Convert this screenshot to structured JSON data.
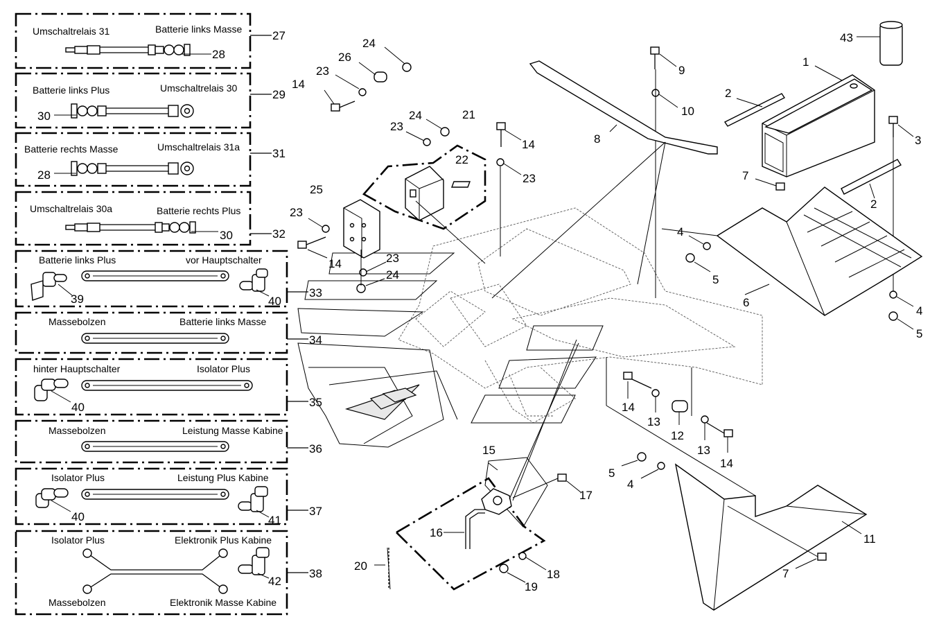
{
  "boxes": [
    {
      "number": "27",
      "left_label": "Umschaltrelais 31",
      "right_label": "Batterie links Masse",
      "callout": "28"
    },
    {
      "number": "29",
      "left_label": "Batterie links Plus",
      "right_label": "Umschaltrelais 30",
      "callout": "30"
    },
    {
      "number": "31",
      "left_label": "Batterie rechts Masse",
      "right_label": "Umschaltrelais 31a",
      "callout": "28"
    },
    {
      "number": "32",
      "left_label": "Umschaltrelais 30a",
      "right_label": "Batterie rechts Plus",
      "callout": "30"
    },
    {
      "number": "33",
      "left_label": "Batterie links Plus",
      "right_label": "vor Hauptschalter",
      "callout_left": "39",
      "callout_right": "40"
    },
    {
      "number": "34",
      "left_label": "Massebolzen",
      "right_label": "Batterie links Masse"
    },
    {
      "number": "35",
      "left_label": "hinter Hauptschalter",
      "right_label": "Isolator Plus",
      "callout": "40"
    },
    {
      "number": "36",
      "left_label": "Massebolzen",
      "right_label": "Leistung Masse Kabine"
    },
    {
      "number": "37",
      "left_label": "Isolator Plus",
      "right_label": "Leistung Plus Kabine",
      "callout_left": "40",
      "callout_right": "41"
    },
    {
      "number": "38",
      "left_label": "Isolator Plus",
      "right_label": "Elektronik Plus Kabine",
      "bottom_left_label": "Massebolzen",
      "bottom_right_label": "Elektronik Masse Kabine",
      "callout": "42"
    }
  ],
  "callouts": [
    "1",
    "2",
    "2",
    "3",
    "4",
    "4",
    "4",
    "5",
    "5",
    "5",
    "6",
    "7",
    "7",
    "8",
    "9",
    "10",
    "11",
    "12",
    "13",
    "13",
    "14",
    "14",
    "14",
    "14",
    "14",
    "15",
    "16",
    "17",
    "18",
    "19",
    "20",
    "21",
    "22",
    "23",
    "23",
    "23",
    "23",
    "24",
    "24",
    "24",
    "25",
    "26",
    "43"
  ],
  "icons": [
    "battery-icon",
    "relay-icon",
    "cable-icon",
    "terminal-clamp-icon",
    "bolt-icon",
    "nut-icon",
    "washer-icon",
    "bracket-icon"
  ]
}
